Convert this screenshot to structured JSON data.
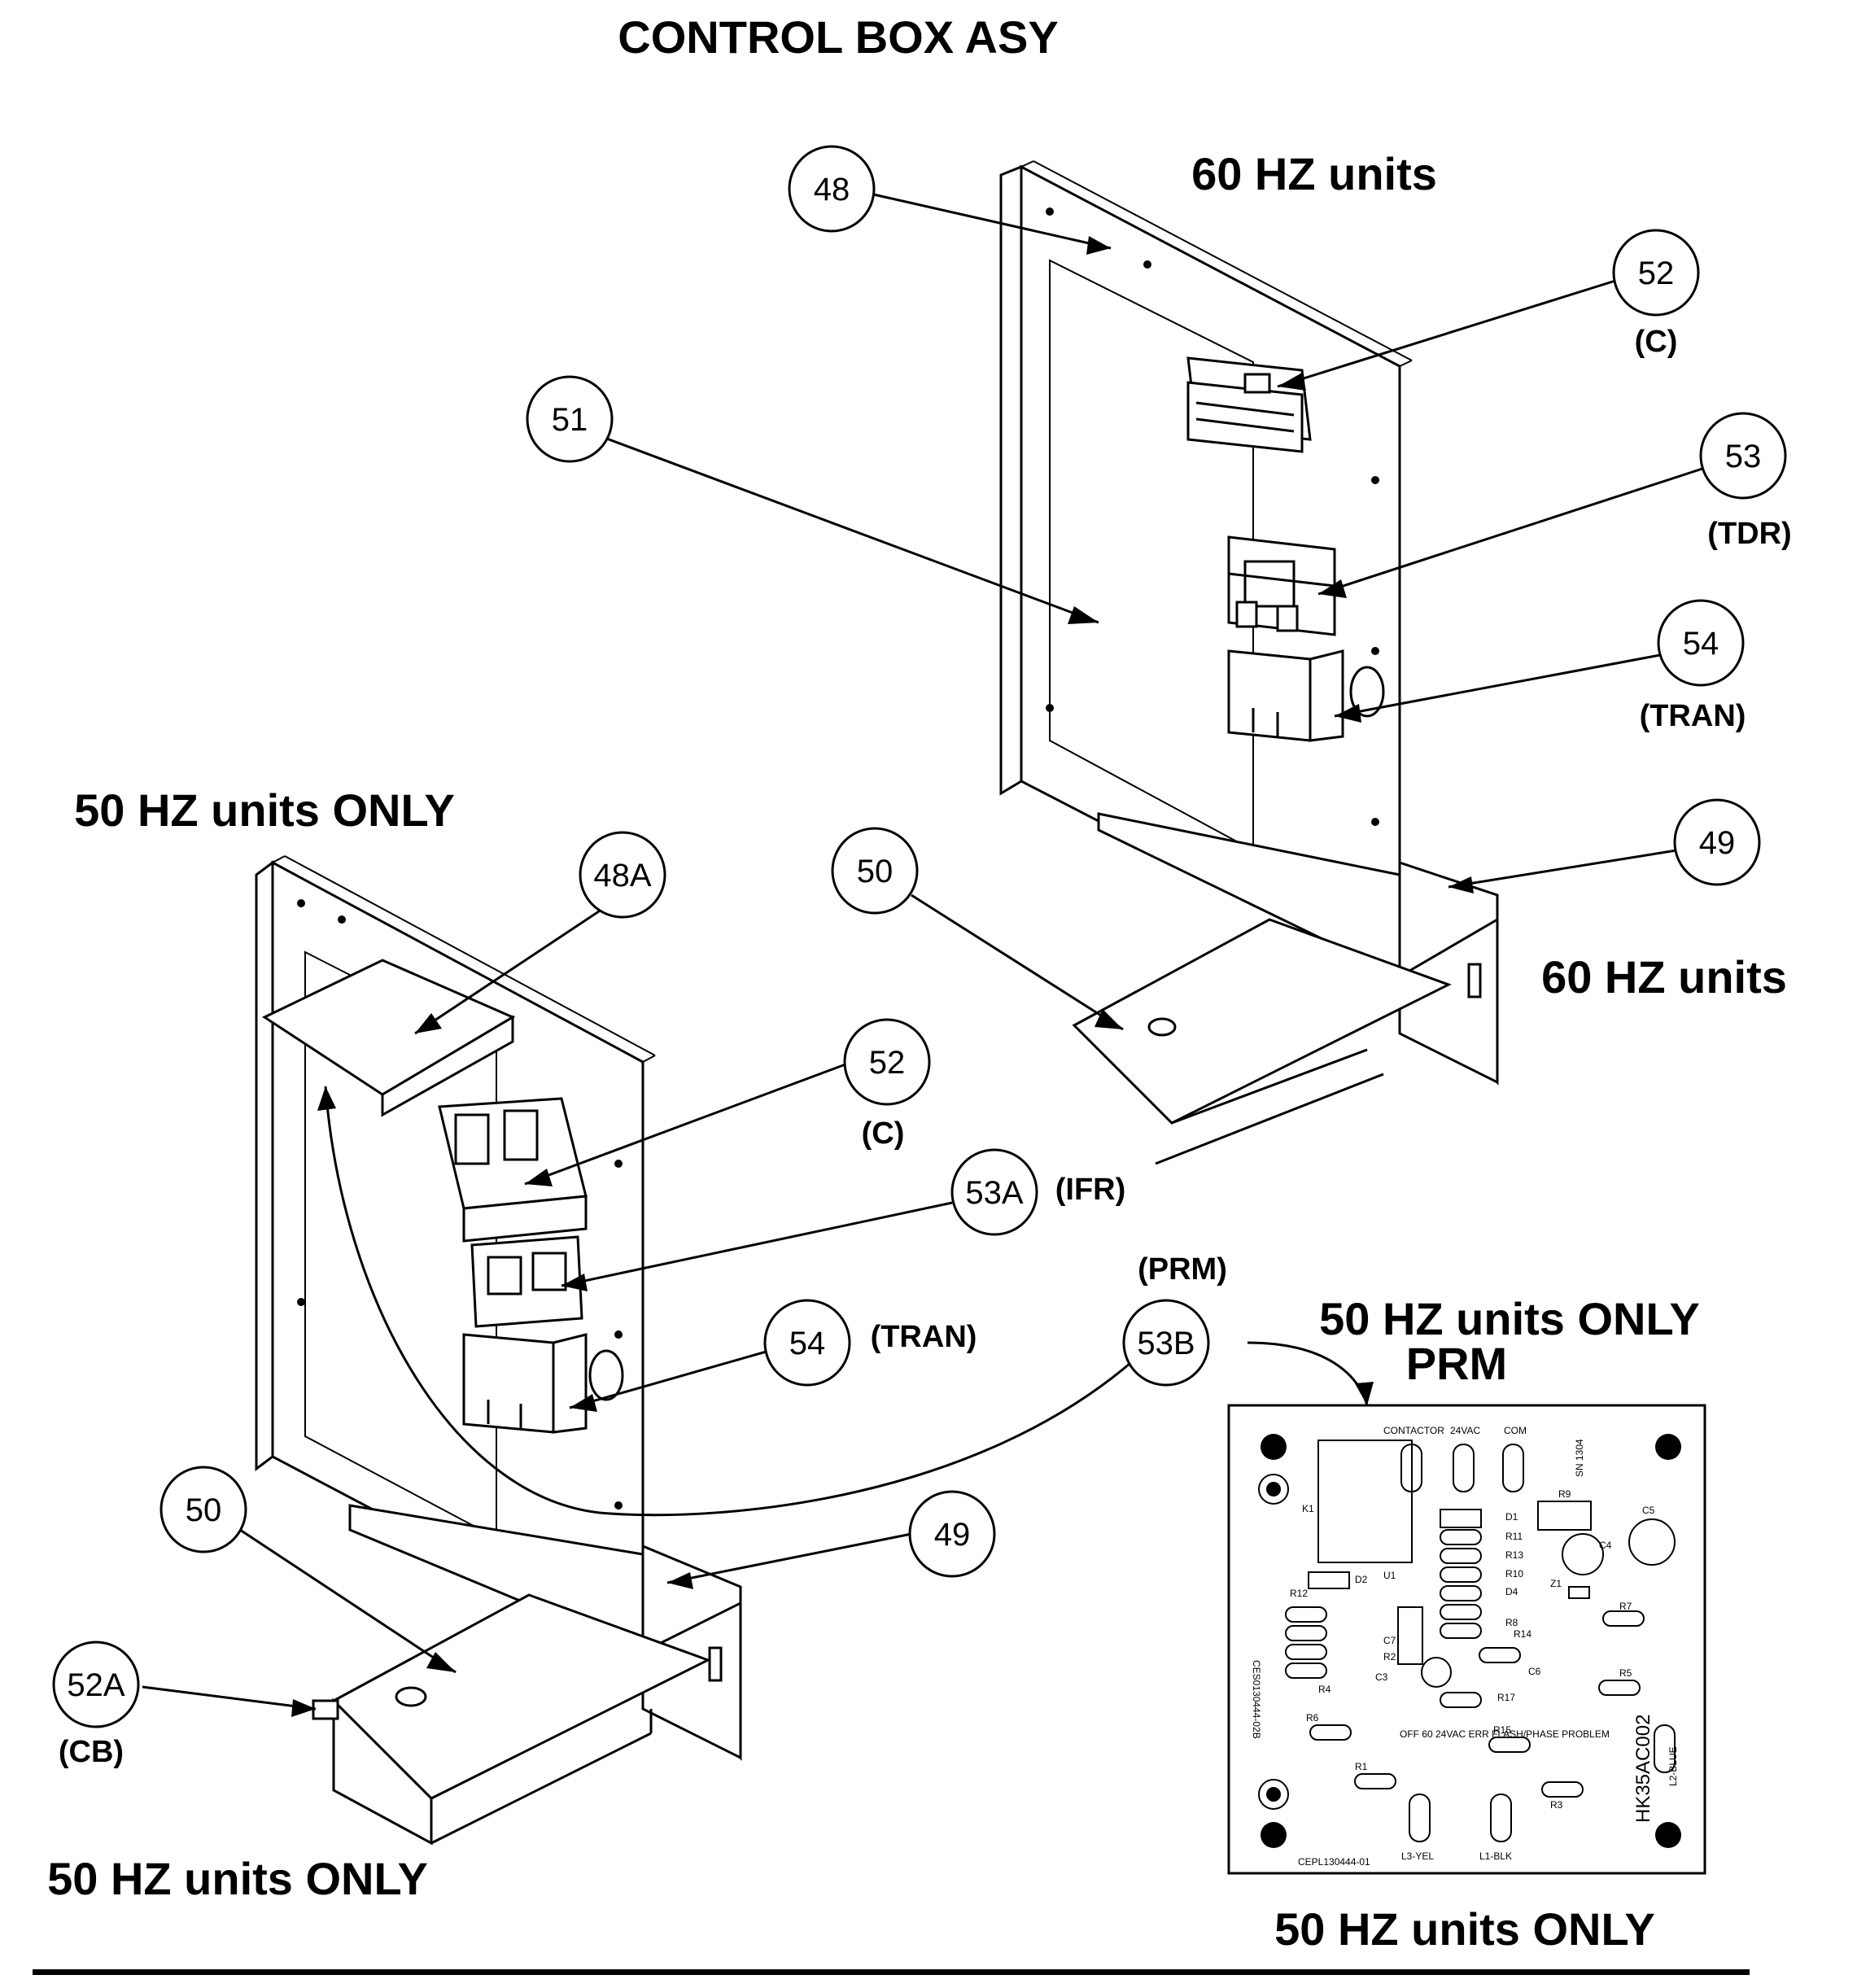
{
  "title": "CONTROL BOX ASY",
  "labels": {
    "hz60_top": "60 HZ units",
    "hz60_right": "60 HZ units",
    "hz50_left_top": "50 HZ units ONLY",
    "hz50_left_bottom": "50 HZ units ONLY",
    "hz50_prm_top": "50 HZ units ONLY",
    "prm_title": "PRM",
    "hz50_prm_bottom": "50 HZ units ONLY",
    "prm_callout": "(PRM)"
  },
  "callouts": {
    "c48": "48",
    "c52_top": "52",
    "c52_top_sub": "(C)",
    "c51": "51",
    "c53": "53",
    "c53_sub": "(TDR)",
    "c54_top": "54",
    "c54_top_sub": "(TRAN)",
    "c50_top": "50",
    "c49_top": "49",
    "c48A": "48A",
    "c52_left": "52",
    "c52_left_sub": "(C)",
    "c53A": "53A",
    "c53A_sub": "(IFR)",
    "c54_left": "54",
    "c54_left_sub": "(TRAN)",
    "c53B": "53B",
    "c50_left": "50",
    "c49_left": "49",
    "c52A": "52A",
    "c52A_sub": "(CB)"
  },
  "board": {
    "contactor": "CONTACTOR",
    "vac24": "24VAC",
    "com": "COM",
    "l3": "L3-YEL",
    "l1": "L1-BLK",
    "l2": "L2-BLUE",
    "part_no": "HK35AC002",
    "cepl": "CEPL130444-01",
    "left_code": "CES0130444-02B",
    "k1": "K1",
    "d1": "D1",
    "r11": "R11",
    "r13": "R13",
    "r10": "R10",
    "d4": "D4",
    "r8": "R8",
    "r14": "R14",
    "c6": "C6",
    "r9": "R9",
    "c5": "C5",
    "c4": "C4",
    "z1": "Z1",
    "r7": "R7",
    "r12": "R12",
    "u1": "U1",
    "c7": "C7",
    "r2": "R2",
    "c3": "C3",
    "d2": "D2",
    "r5": "R5",
    "r6": "R6",
    "r4": "R4",
    "r1": "R1",
    "r15": "R15",
    "r17": "R17",
    "r3": "R3",
    "note": "OFF 60 24VAC ERR FLASH/PHASE PROBLEM",
    "sn": "SN 1304"
  }
}
